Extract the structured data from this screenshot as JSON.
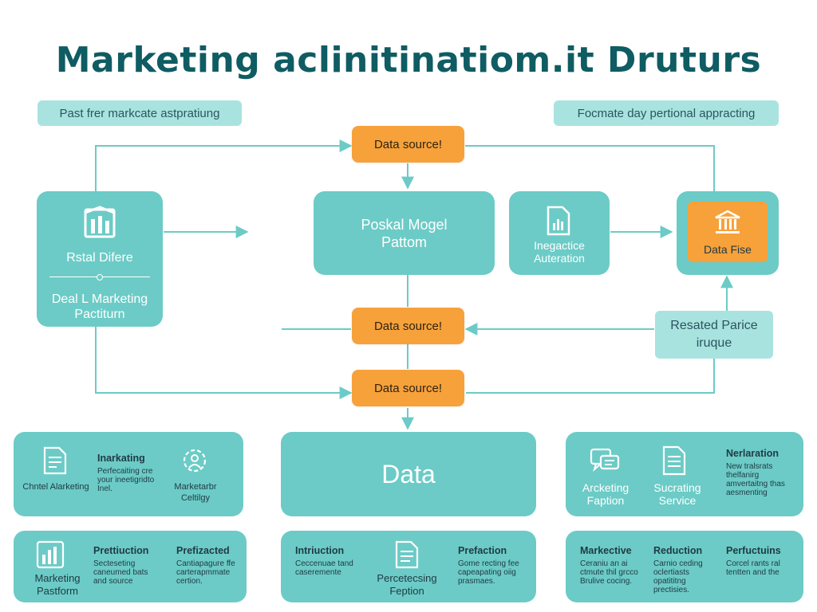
{
  "title": "Marketing aclinitinatiom.it Druturs",
  "top_left_pill": "Past frer markcate astpratiung",
  "top_right_pill": "Focmate day pertional appracting",
  "nodes": {
    "data_source_top": "Data source!",
    "data_source_mid": "Data source!",
    "data_source_bottom": "Data source!",
    "left": {
      "top": "Rstal Difere",
      "bottom": "Deal L Marketing Pactiturn"
    },
    "center": "Poskal Mogel Pattom",
    "automation": "Inegactice Auteration",
    "data_fise": "Data Fise",
    "resated": "Resated Parice iruque"
  },
  "cards": {
    "left": {
      "content_label": "Chntel Alarketing",
      "head": "Inarkating",
      "desc": "Perfecaiting cre your ineetigridto Inel.",
      "rhs_label": "Marketarbr Celtilgy"
    },
    "center": "Data",
    "right": {
      "head": "Nerlaration",
      "desc": "New tralsrats thelfanirg amvertaitng thas aesmenting",
      "item1": "Arcketing Faption",
      "item2": "Sucrating Service"
    },
    "bottom_left": {
      "label": "Marketing Pastform",
      "head1": "Prettiuction",
      "desc1": "Secteseting caneumed bats and source",
      "head2": "Prefizacted",
      "desc2": "Cantiapagure ffe carterapmmate certion."
    },
    "bottom_center": {
      "head1": "Intriuction",
      "desc1": "Ceccenuae tand caseremente",
      "label": "Percetecsing Feption",
      "head2": "Prefaction",
      "desc2": "Gome recting fee capeapating oiig prasmaes."
    },
    "bottom_right": {
      "head1": "Markective",
      "desc1": "Ceraniu an ai ctmute thil grcco Brulive cocing.",
      "head2": "Reduction",
      "desc2": "Carnio ceding oclertiasts opatititng prectisies.",
      "head3": "Perfuctuins",
      "desc3": "Corcel rants ral tentten and the"
    }
  },
  "colors": {
    "teal": "#6ccbc6",
    "light_teal": "#a9e3df",
    "orange": "#f7a13b",
    "title": "#0f5c63",
    "line": "#6ccbc6"
  },
  "icons": [
    "bar-chart-icon",
    "document-icon",
    "building-icon",
    "chat-icon",
    "gear-user-icon"
  ]
}
